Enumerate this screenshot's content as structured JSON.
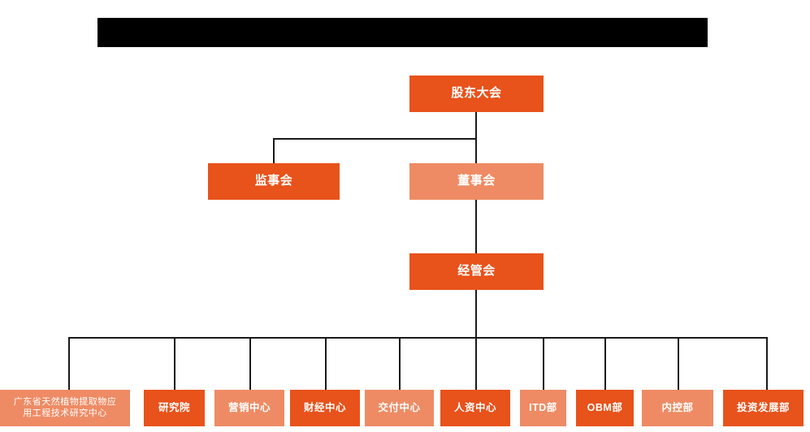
{
  "chart_data": {
    "type": "diagram",
    "diagram_kind": "organization-chart",
    "title": "",
    "orientation": "top-down",
    "colors": {
      "dark_orange": "#E8521B",
      "light_salmon": "#EE8B64",
      "connector": "#1a1a1a",
      "redaction": "#000000",
      "background": "#ffffff",
      "node_text": "#ffffff"
    },
    "levels": [
      {
        "level": 1,
        "nodes": [
          "股东大会"
        ]
      },
      {
        "level": 2,
        "nodes": [
          "监事会",
          "董事会"
        ]
      },
      {
        "level": 3,
        "nodes": [
          "经管会"
        ]
      },
      {
        "level": 4,
        "nodes": [
          "广东省天然植物提取物应用工程技术研究中心",
          "研究院",
          "营销中心",
          "财经中心",
          "交付中心",
          "人资中心",
          "ITD部",
          "OBM部",
          "内控部",
          "投资发展部"
        ]
      }
    ],
    "edges": [
      {
        "from": "股东大会",
        "to": "监事会"
      },
      {
        "from": "股东大会",
        "to": "董事会"
      },
      {
        "from": "董事会",
        "to": "经管会"
      },
      {
        "from": "经管会",
        "to": "广东省天然植物提取物应用工程技术研究中心"
      },
      {
        "from": "经管会",
        "to": "研究院"
      },
      {
        "from": "经管会",
        "to": "营销中心"
      },
      {
        "from": "经管会",
        "to": "财经中心"
      },
      {
        "from": "经管会",
        "to": "交付中心"
      },
      {
        "from": "经管会",
        "to": "人资中心"
      },
      {
        "from": "经管会",
        "to": "ITD部"
      },
      {
        "from": "经管会",
        "to": "OBM部"
      },
      {
        "from": "经管会",
        "to": "内控部"
      },
      {
        "from": "经管会",
        "to": "投资发展部"
      }
    ]
  },
  "header": {
    "redaction_label": ""
  },
  "nodes": {
    "shareholders_meeting": {
      "label": "股东大会",
      "style": "dark"
    },
    "board_of_supervisors": {
      "label": "监事会",
      "style": "dark"
    },
    "board_of_directors": {
      "label": "董事会",
      "style": "light"
    },
    "management_committee": {
      "label": "经管会",
      "style": "dark"
    }
  },
  "departments": [
    {
      "label_line1": "广东省天然植物提取物应",
      "label_line2": "用工程技术研究中心",
      "style": "light"
    },
    {
      "label": "研究院",
      "style": "dark"
    },
    {
      "label": "营销中心",
      "style": "light"
    },
    {
      "label": "财经中心",
      "style": "dark"
    },
    {
      "label": "交付中心",
      "style": "light"
    },
    {
      "label": "人资中心",
      "style": "dark"
    },
    {
      "label": "ITD部",
      "style": "light"
    },
    {
      "label": "OBM部",
      "style": "dark"
    },
    {
      "label": "内控部",
      "style": "light"
    },
    {
      "label": "投资发展部",
      "style": "dark"
    }
  ]
}
